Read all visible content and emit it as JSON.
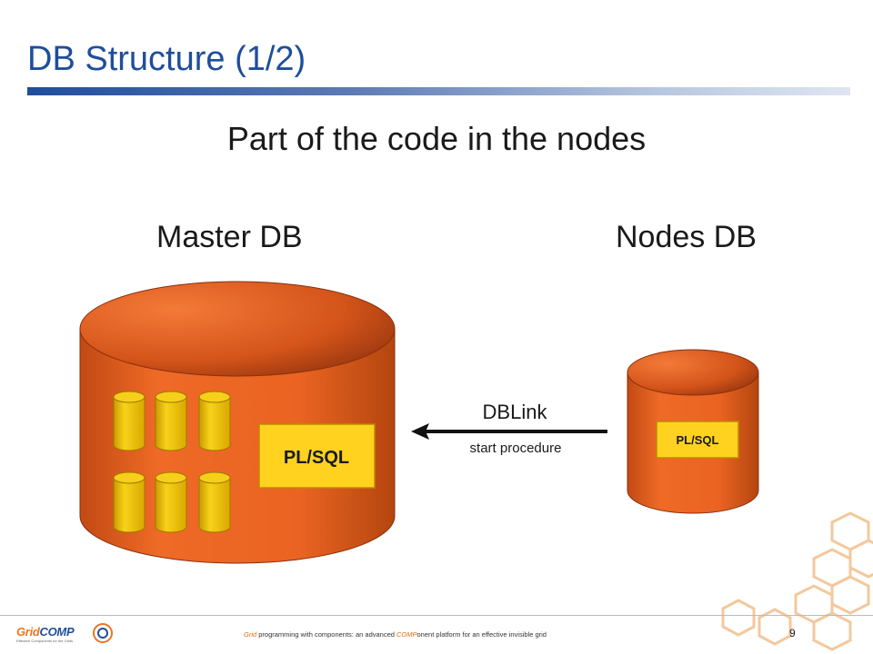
{
  "slide": {
    "title": "DB Structure (1/2)",
    "subtitle": "Part of the code in the nodes"
  },
  "diagram": {
    "master_label": "Master DB",
    "nodes_label": "Nodes DB",
    "master_box_label": "PL/SQL",
    "nodes_box_label": "PL/SQL",
    "link_label": "DBLink",
    "link_sublabel": "start procedure",
    "colors": {
      "cylinder": "#ec6120",
      "cylinder_dark": "#9a3a12",
      "box": "#ffd21f",
      "box_border": "#c89400",
      "mini_cylinder": "#f0c400"
    }
  },
  "footer": {
    "text_part1": "Grid",
    "text_part2": " programming  with components: an advanced ",
    "text_part3": "COMP",
    "text_part4": "onent  platform for an effective invisible grid",
    "page_number": "9",
    "logo_part1": "Grid",
    "logo_part2": "COMP",
    "logo_tagline": "Effective Components for the Grids"
  }
}
